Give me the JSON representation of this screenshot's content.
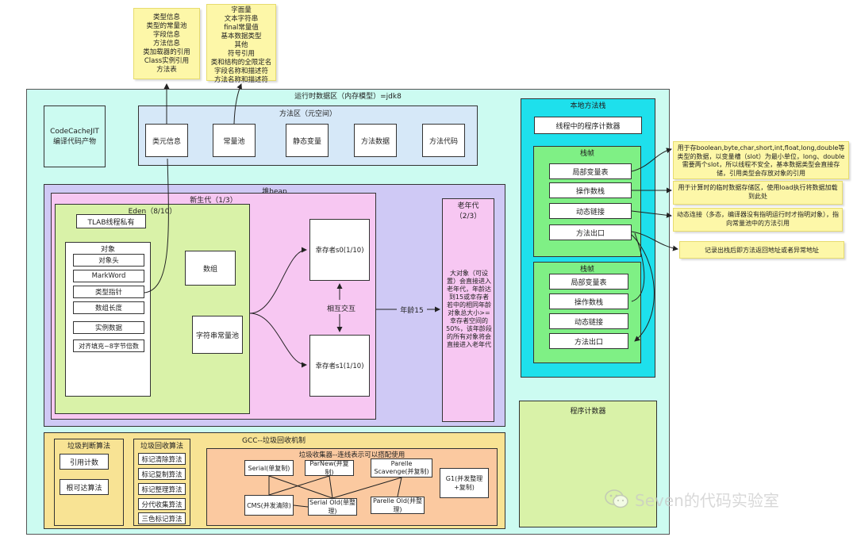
{
  "notes": {
    "klass": "类型信息\n类型的常量池\n字段信息\n方法信息\n类加载器的引用\nClass实例引用\n方法表",
    "constant": "字面量\n文本字符串\nfinal常量值\n基本数据类型\n其他\n符号引用\n类和结构的全限定名\n字段名称和描述符\n方法名称和描述符",
    "locals": "用于存boolean,byte,char,short,int,float,long,double等类型的数据，以变量槽（slot）为最小单位，long、double需要两个slot，所以线程不安全，基本数据类型会直接存储，引用类型会存放对象的引用",
    "operand": "用于计算时的临时数据存储区，使用load执行将数据加载到此处",
    "dynlink": "动态连接（多态，编译器没有指明运行时才指明对象），指向常量池中的方法引用",
    "retaddr": "记录出栈后即方法返回地址或者异常地址"
  },
  "runtime": {
    "title": "运行时数据区（内存模型）=jdk8"
  },
  "codecache": {
    "label": "CodeCacheJIT编译代码产物"
  },
  "method_area": {
    "title": "方法区（元空间）",
    "items": [
      "类元信息",
      "常量池",
      "静态变量",
      "方法数据",
      "方法代码"
    ]
  },
  "heap": {
    "title": "堆heap",
    "young_title": "新生代（1/3）",
    "eden_title": "Eden（8/10）",
    "tlab": "TLAB线程私有",
    "object_title": "对象",
    "object_items": [
      "对象头",
      "MarkWord",
      "类型指针",
      "数组长度",
      "实例数据",
      "对齐填充~8字节倍数"
    ],
    "array": "数组",
    "string_pool": "字符串常量池",
    "s0": "幸存者s0(1/10)",
    "s1": "幸存者s1(1/10)",
    "swap": "相互交互",
    "age": "年龄15",
    "old_title": "老年代\n（2/3）",
    "old_text": "大对象（可设置）会直接进入老年代，年龄达到15或幸存者若中的相同年龄对象总大小>=幸存者空间的50%，该年龄段的所有对象将会直接进入老年代"
  },
  "native_stack": {
    "title": "本地方法栈",
    "pc": "线程中的程序计数器",
    "stack_title": "栈帧",
    "frame": [
      "局部变量表",
      "操作数栈",
      "动态链接",
      "方法出口"
    ]
  },
  "pc_register": {
    "title": "程序计数器"
  },
  "gc": {
    "title": "GCC--垃圾回收机制",
    "judge_title": "垃圾判断算法",
    "judge_items": [
      "引用计数",
      "根可达算法"
    ],
    "algo_title": "垃圾回收算法",
    "algo_items": [
      "标记清除算法",
      "标记复制算法",
      "标记整理算法",
      "分代收集算法",
      "三色标记算法"
    ],
    "collectors_title": "垃圾收集器--连线表示可以搭配使用",
    "collectors": {
      "serial": "Serial(单复制)",
      "parnew": "ParNew(并复制)",
      "parallel_scavenge": "Parelle Scavenge(并复制)",
      "g1": "G1(并发整理\n+复制)",
      "cms": "CMS(并发清除)",
      "serial_old": "Serial Old(单整理)",
      "parallel_old": "Parelle Old(并整理)"
    }
  },
  "watermark": "Seven的代码实验室",
  "colors": {
    "runtime_bg": "#ccfbf1",
    "method_bg": "#d6e8f8",
    "heap_bg": "#cfc9f5",
    "young_bg": "#f7c7f2",
    "eden_bg": "#d9f2a8",
    "old_bg": "#f7c7f2",
    "stack_bg": "#1ee0ec",
    "frame_bg": "#7ff085",
    "pc_bg": "#d9f2a8",
    "gc_bg": "#f8e394",
    "collector_bg": "#fbc9a0",
    "note_bg": "#fdf7a8"
  }
}
